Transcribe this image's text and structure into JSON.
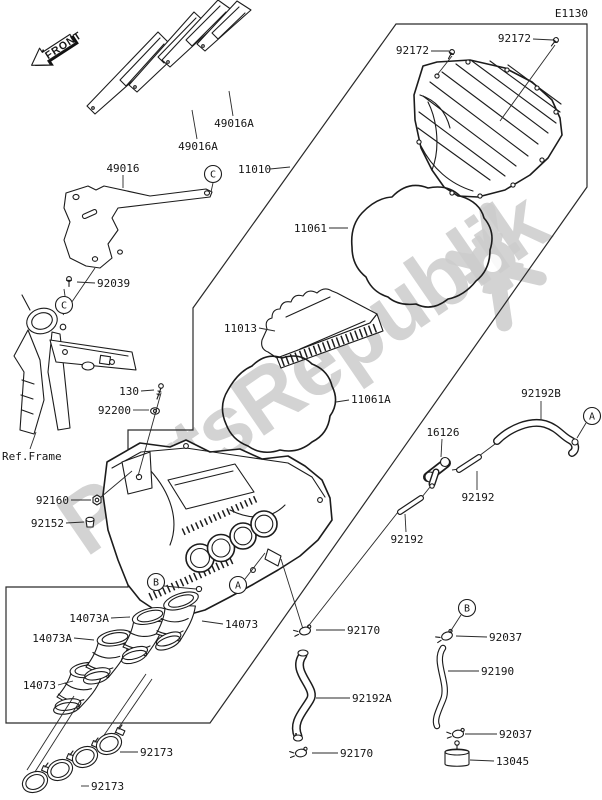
{
  "page": {
    "diagram_code": "E1130",
    "front_label": "FRONT",
    "ref_frame_label": "Ref.Frame",
    "watermark": "PartsRepublik"
  },
  "callouts": {
    "a": "A",
    "b": "B",
    "c": "C"
  },
  "labels": [
    "92172",
    "92172",
    "49016A",
    "49016A",
    "49016",
    "11010",
    "92039",
    "11061",
    "11013",
    "11061A",
    "130",
    "92200",
    "92160",
    "92152",
    "92192B",
    "16126",
    "92192",
    "92192",
    "14073A",
    "14073",
    "14073A",
    "14073",
    "92173",
    "92173",
    "92170",
    "92192A",
    "92170",
    "92037",
    "92190",
    "92037",
    "13045"
  ]
}
